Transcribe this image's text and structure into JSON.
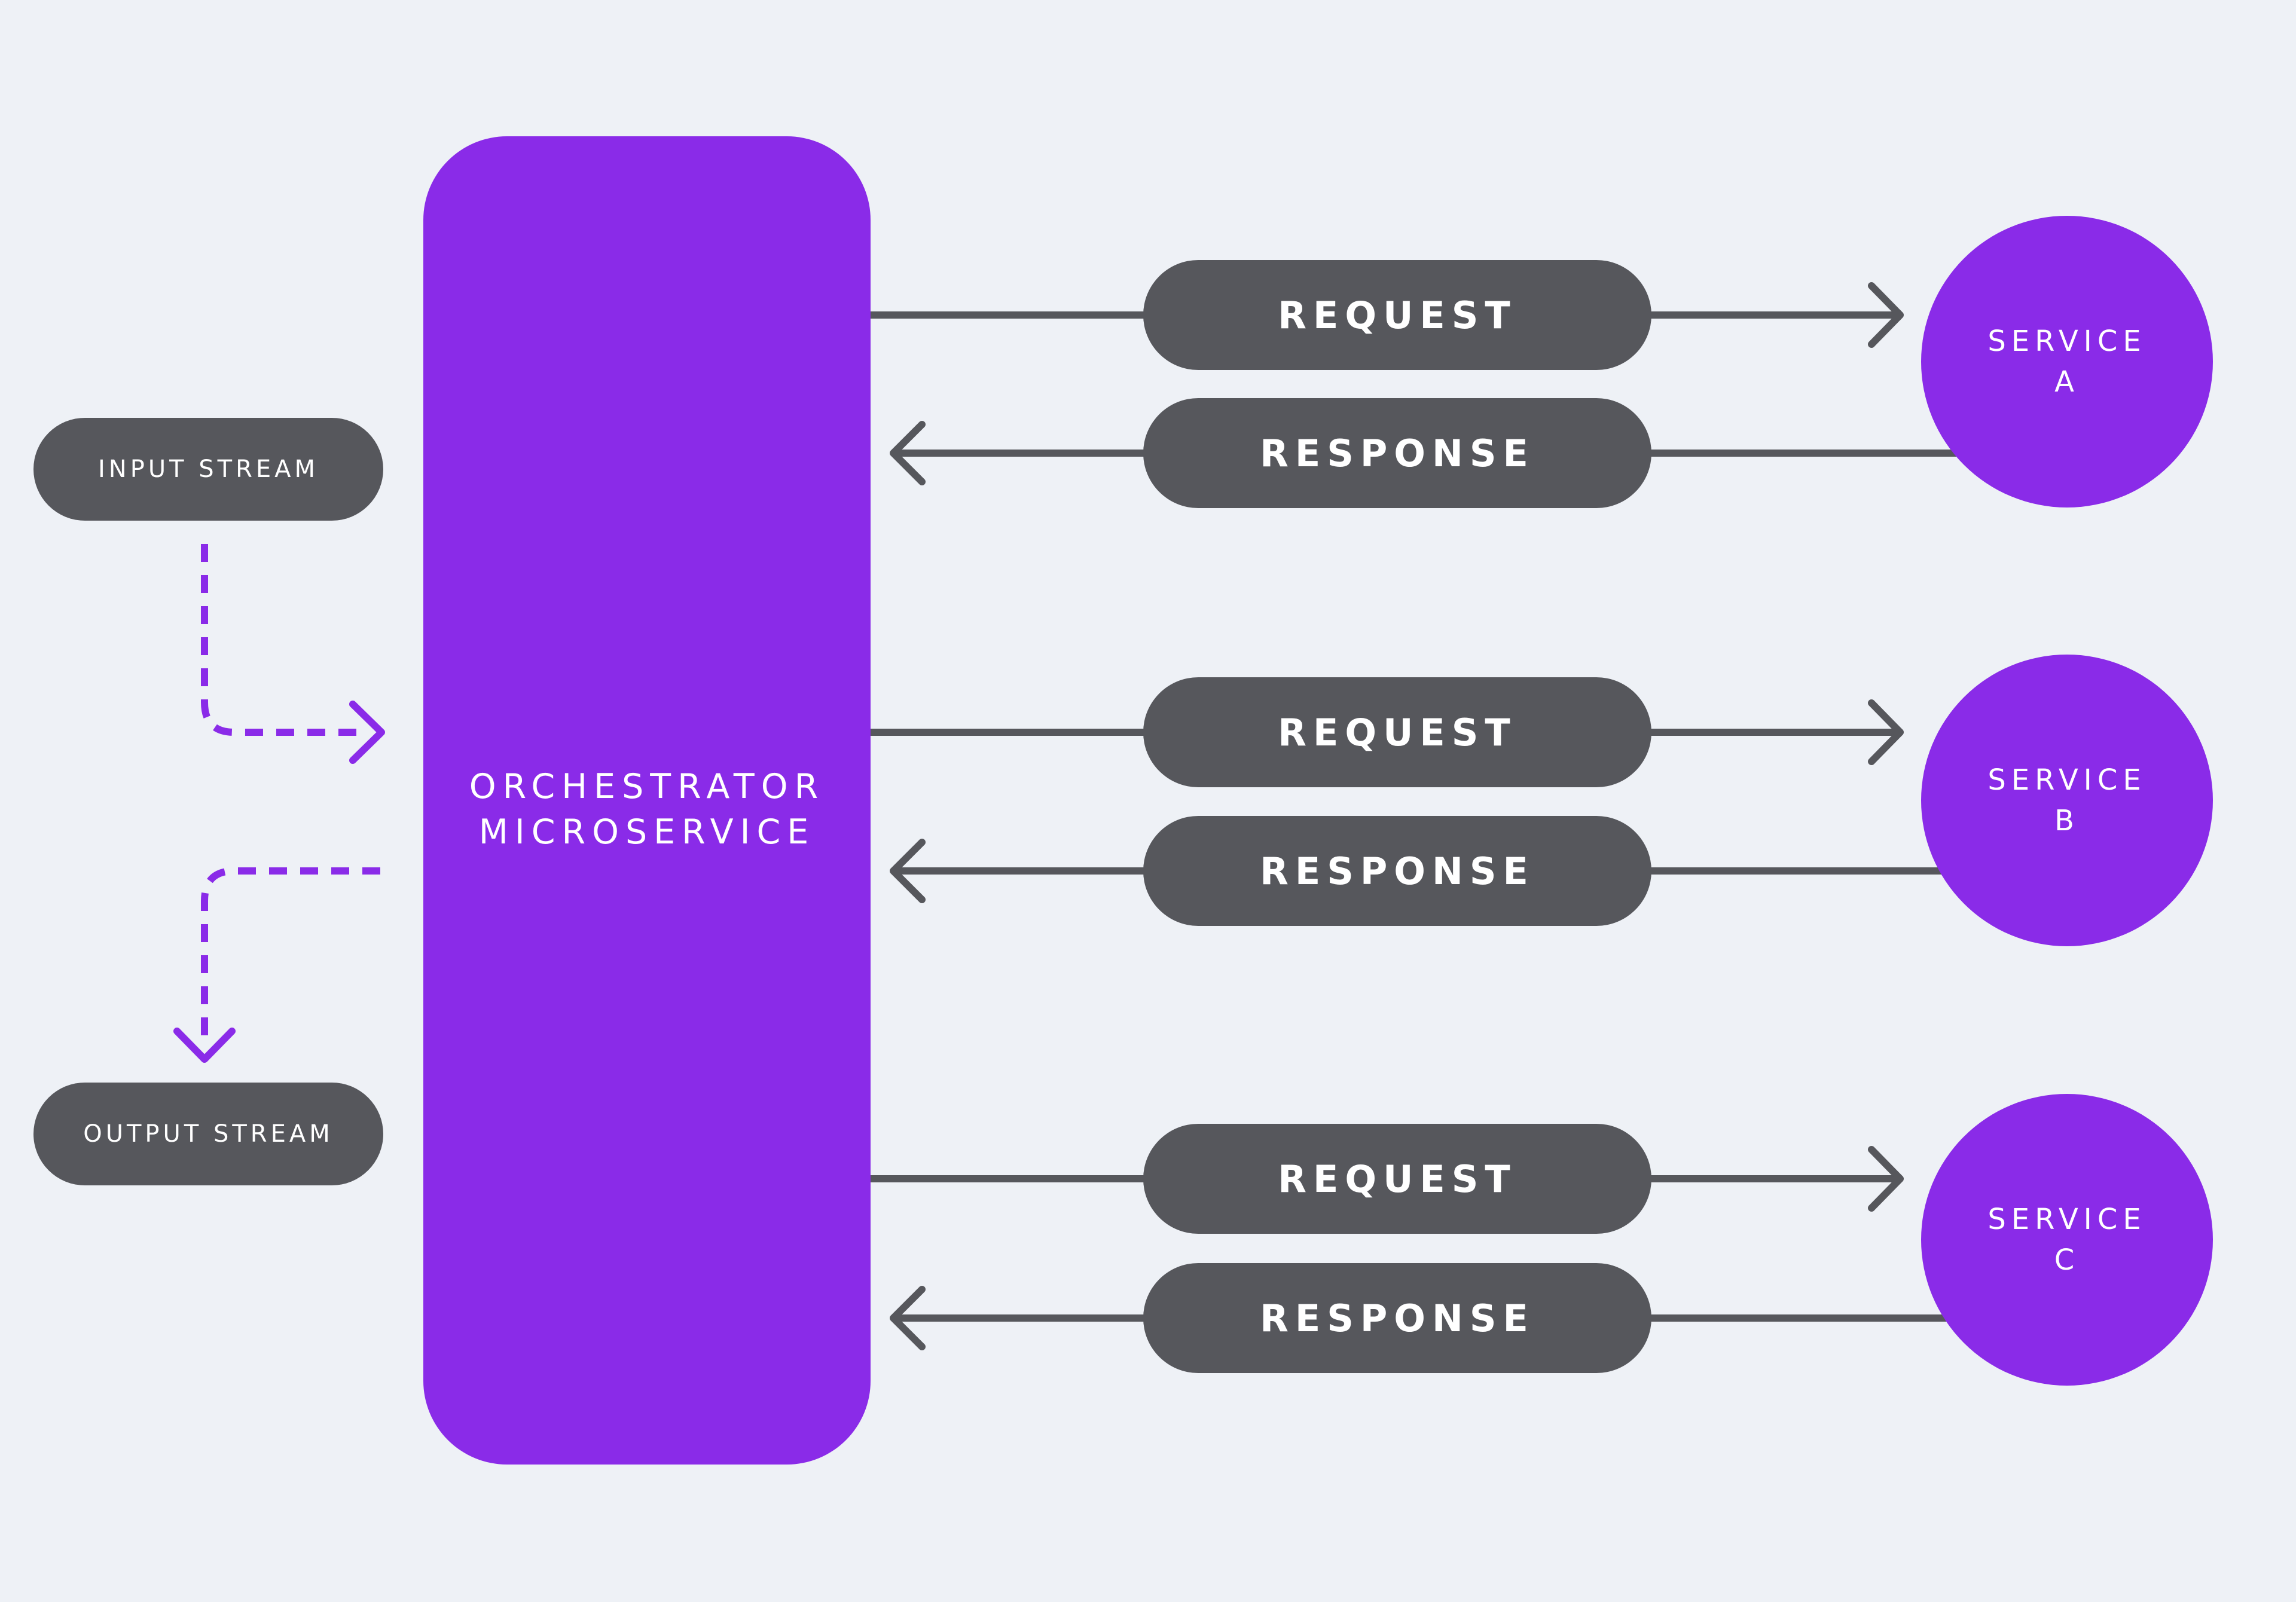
{
  "streams": {
    "input_label": "INPUT STREAM",
    "output_label": "OUTPUT STREAM"
  },
  "orchestrator": {
    "line1": "ORCHESTRATOR",
    "line2": "MICROSERVICE"
  },
  "services": [
    {
      "label": "SERVICE",
      "letter": "A",
      "request": "REQUEST",
      "response": "RESPONSE"
    },
    {
      "label": "SERVICE",
      "letter": "B",
      "request": "REQUEST",
      "response": "RESPONSE"
    },
    {
      "label": "SERVICE",
      "letter": "C",
      "request": "REQUEST",
      "response": "RESPONSE"
    }
  ],
  "colors": {
    "background": "#eef1f6",
    "purple": "#8a2be8",
    "dark_gray": "#56575c",
    "text": "#ffffff"
  }
}
